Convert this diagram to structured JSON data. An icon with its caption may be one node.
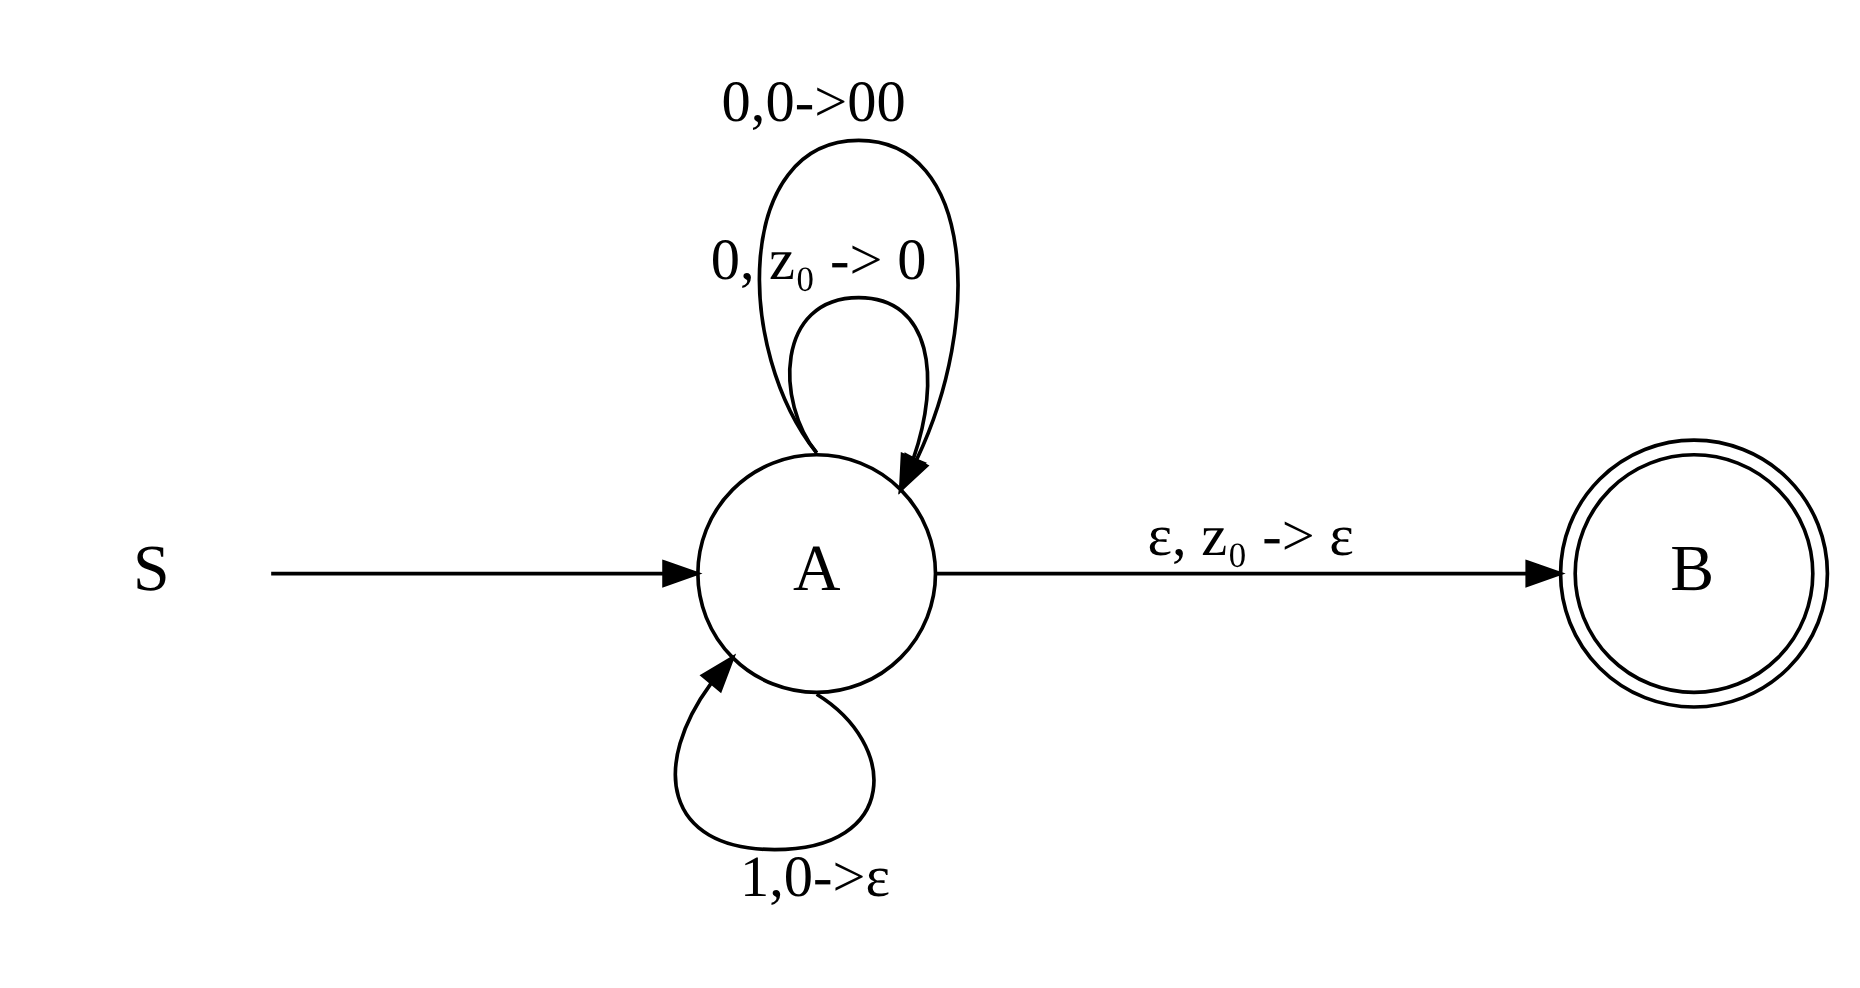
{
  "diagram": {
    "nodes": [
      {
        "text": [
          "S"
        ]
      },
      {
        "text": [
          "A"
        ]
      },
      {
        "text": [
          "B"
        ]
      }
    ],
    "edges": [
      {
        "from": 0,
        "to": 1,
        "arrow": "to"
      },
      {
        "from": 1,
        "to": 1,
        "arrow": "to",
        "label": "0, z₀ -> 0"
      },
      {
        "from": 1,
        "to": 1,
        "arrow": "to",
        "label": "0,0->00"
      },
      {
        "from": 1,
        "to": 1,
        "arrow": "to",
        "label": "1,0->ε"
      },
      {
        "from": 1,
        "to": 2,
        "arrow": "to",
        "label": "ε, z₀ -> ε"
      }
    ]
  }
}
